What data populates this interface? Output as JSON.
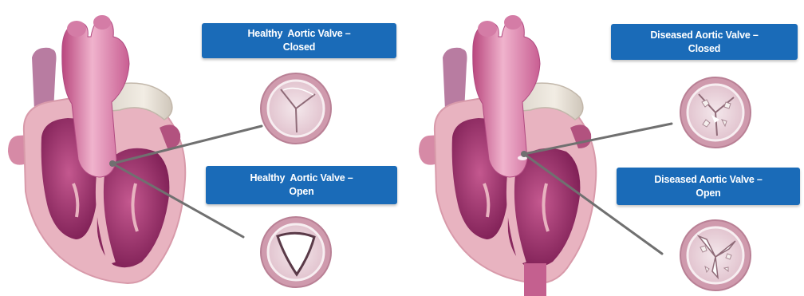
{
  "panels": [
    {
      "id": "healthy",
      "closed_label": {
        "line1": "Healthy  Aortic Valve –",
        "line2": "Closed"
      },
      "open_label": {
        "line1": "Healthy  Aortic Valve –",
        "line2": "Open"
      }
    },
    {
      "id": "diseased",
      "closed_label": {
        "line1": "Diseased Aortic Valve –",
        "line2": "Closed"
      },
      "open_label": {
        "line1": "Diseased Aortic Valve –",
        "line2": "Open"
      }
    }
  ],
  "colors": {
    "label_background": "#1a6bb8",
    "label_text": "#ffffff",
    "heart_wall": "#e8b3c0",
    "heart_chamber": "#9a2e65",
    "aorta": "#d883ab",
    "leader_line": "#707070"
  }
}
